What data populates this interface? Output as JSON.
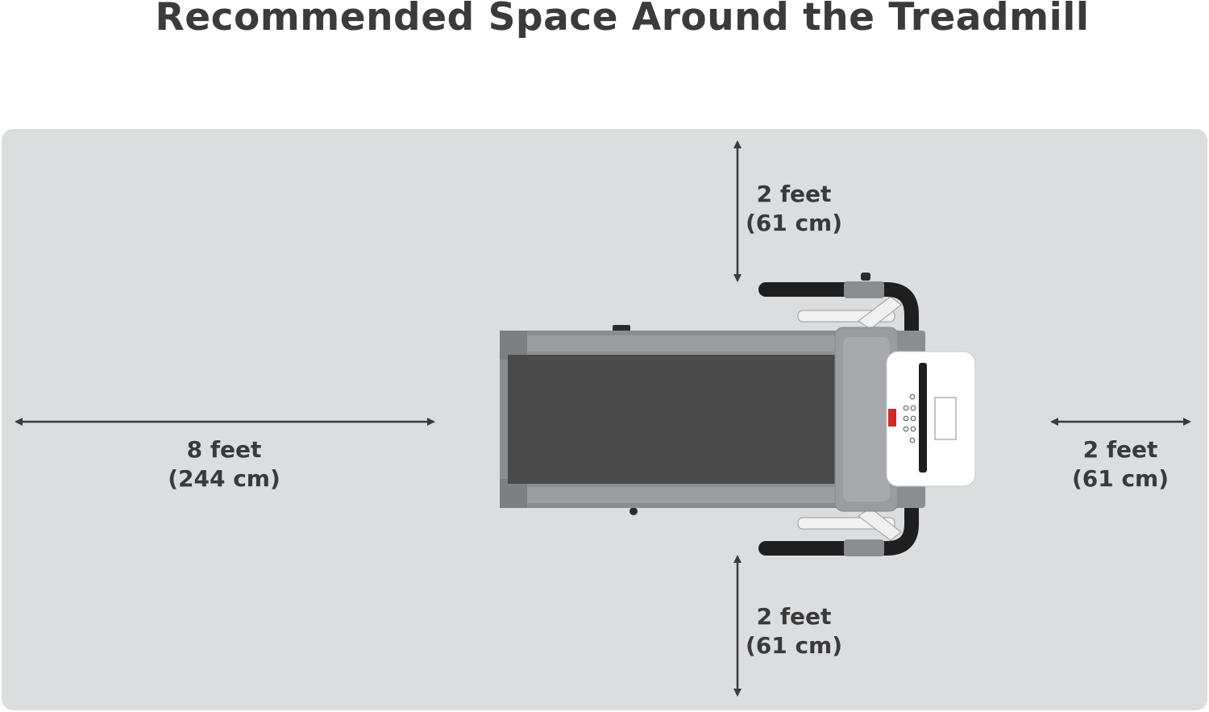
{
  "title": "Recommended Space Around the Treadmill",
  "colors": {
    "panel": "#dcdddf",
    "text": "#3b3b3b",
    "frame": "#8b8d90",
    "belt": "#4a4a4a",
    "handle": "#1f1f1f",
    "console": "#ffffff",
    "accent": "#d42a2a"
  },
  "clearances": {
    "top": {
      "feet": "2 feet",
      "cm": "(61 cm)"
    },
    "bottom": {
      "feet": "2 feet",
      "cm": "(61 cm)"
    },
    "rear": {
      "feet": "8 feet",
      "cm": "(244 cm)"
    },
    "front": {
      "feet": "2 feet",
      "cm": "(61 cm)"
    }
  }
}
